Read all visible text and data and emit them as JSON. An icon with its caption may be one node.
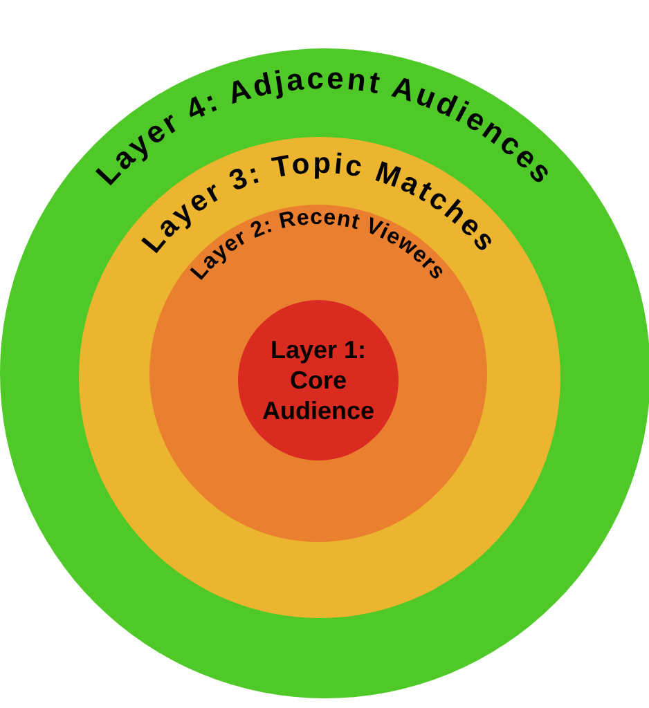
{
  "diagram": {
    "nodes": [
      {
        "text": [
          "Layer 4: Adjacent Audiences"
        ]
      },
      {
        "text": [
          "Layer 3: Topic Matches"
        ],
        "in": 0
      },
      {
        "text": [
          "Layer 2: Recent Viewers"
        ],
        "in": 1
      },
      {
        "text": [
          "Layer 1: Core Audience"
        ],
        "in": 2
      }
    ]
  }
}
